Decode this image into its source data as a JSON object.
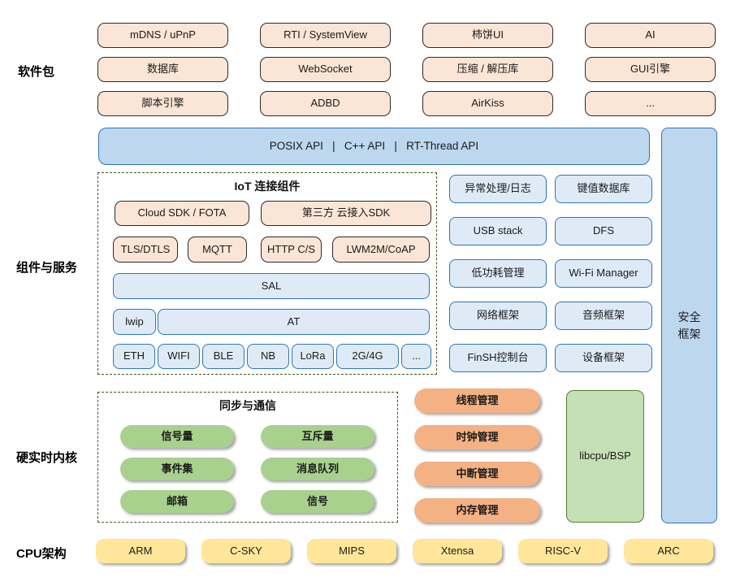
{
  "section_labels": {
    "packages": "软件包",
    "components": "组件与服务",
    "kernel": "硬实时内核",
    "cpu": "CPU架构"
  },
  "packages": [
    "mDNS / uPnP",
    "RTI / SystemView",
    "柿饼UI",
    "AI",
    "数据库",
    "WebSocket",
    "压缩 / 解压库",
    "GUI引擎",
    "脚本引擎",
    "ADBD",
    "AirKiss",
    "..."
  ],
  "api_bar": "POSIX API   |   C++ API   |   RT-Thread API",
  "security": [
    "安全",
    "框架"
  ],
  "iot": {
    "title": "IoT 连接组件",
    "cloud_sdk": "Cloud SDK / FOTA",
    "third_party": "第三方 云接入SDK",
    "protocols": [
      "TLS/DTLS",
      "MQTT",
      "HTTP C/S",
      "LWM2M/CoAP"
    ],
    "sal": "SAL",
    "lwip": "lwip",
    "at": "AT",
    "links": [
      "ETH",
      "WIFI",
      "BLE",
      "NB",
      "LoRa",
      "2G/4G",
      "..."
    ]
  },
  "services": {
    "left": [
      "异常处理/日志",
      "USB stack",
      "低功耗管理",
      "网络框架",
      "FinSH控制台"
    ],
    "right": [
      "键值数据库",
      "DFS",
      "Wi-Fi Manager",
      "音频框架",
      "设备框架"
    ]
  },
  "kernel": {
    "sync_title": "同步与通信",
    "sync": [
      "信号量",
      "互斥量",
      "事件集",
      "消息队列",
      "邮箱",
      "信号"
    ],
    "mgmt": [
      "线程管理",
      "时钟管理",
      "中断管理",
      "内存管理"
    ],
    "libcpu": "libcpu/BSP"
  },
  "cpu": [
    "ARM",
    "C-SKY",
    "MIPS",
    "Xtensa",
    "RISC-V",
    "ARC"
  ],
  "colors": {
    "peach_fill": "#FBE5D6",
    "blue_bar_fill": "#BDD7EE",
    "blue_box_fill": "#DEEBF7",
    "blue_border": "#2E75B6",
    "green_pill": "#A9D18E",
    "libcpu_fill": "#C5E0B4",
    "libcpu_border": "#538135",
    "orange_pill": "#F4B183",
    "yellow_box": "#FFE699",
    "dash_frame": "#3F5B23"
  }
}
